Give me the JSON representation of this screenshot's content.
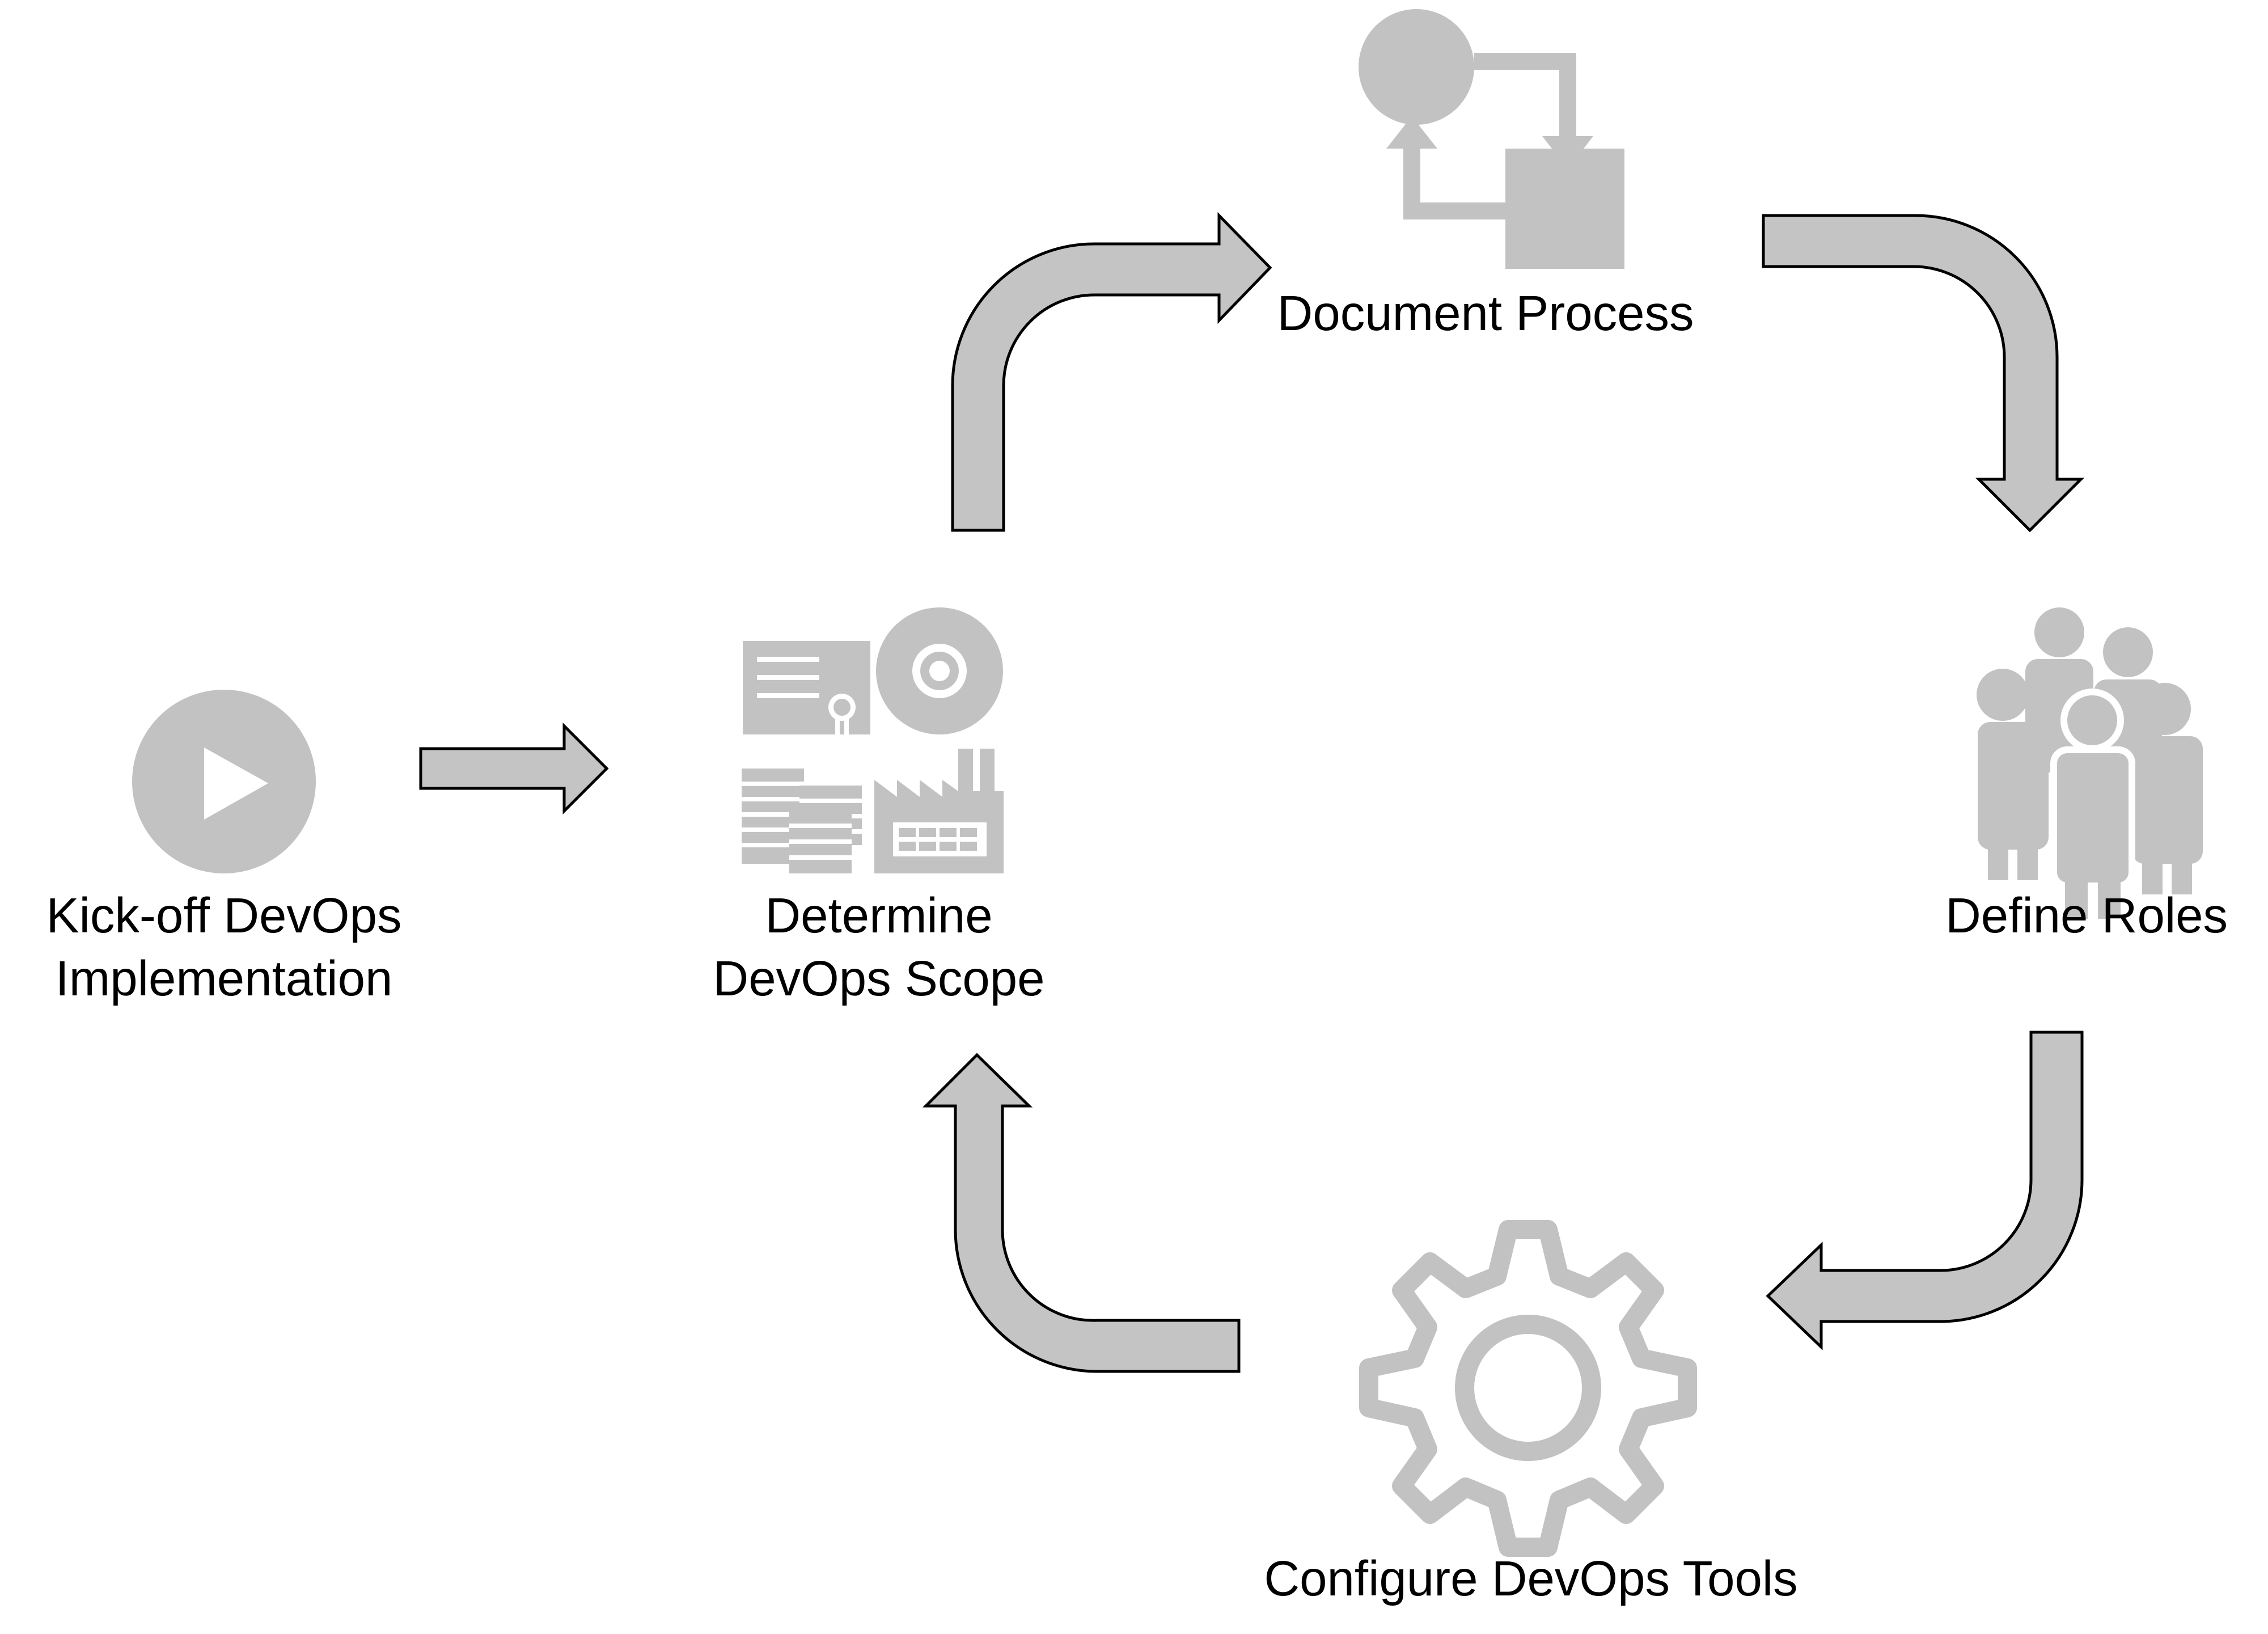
{
  "colors": {
    "fill": "#c4c4c4",
    "icon": "#c2c2c2",
    "stroke": "#000000",
    "background": "#ffffff",
    "text": "#000000"
  },
  "steps": [
    {
      "id": "kickoff",
      "icon": "play-icon",
      "lines": [
        "Kick-off DevOps",
        "Implementation"
      ]
    },
    {
      "id": "scope",
      "icon": "scope-icons",
      "lines": [
        "Determine",
        "DevOps Scope"
      ]
    },
    {
      "id": "document",
      "icon": "process-cycle-icon",
      "lines": [
        "Document Process"
      ]
    },
    {
      "id": "roles",
      "icon": "people-group-icon",
      "lines": [
        "Define Roles"
      ]
    },
    {
      "id": "tools",
      "icon": "gear-icon",
      "lines": [
        "Configure DevOps Tools"
      ]
    }
  ],
  "flow": [
    {
      "from": "kickoff",
      "to": "scope",
      "shape": "straight-arrow"
    },
    {
      "from": "scope",
      "to": "document",
      "shape": "curved-arrow"
    },
    {
      "from": "document",
      "to": "roles",
      "shape": "curved-arrow"
    },
    {
      "from": "roles",
      "to": "tools",
      "shape": "curved-arrow"
    },
    {
      "from": "tools",
      "to": "scope",
      "shape": "curved-arrow"
    }
  ]
}
